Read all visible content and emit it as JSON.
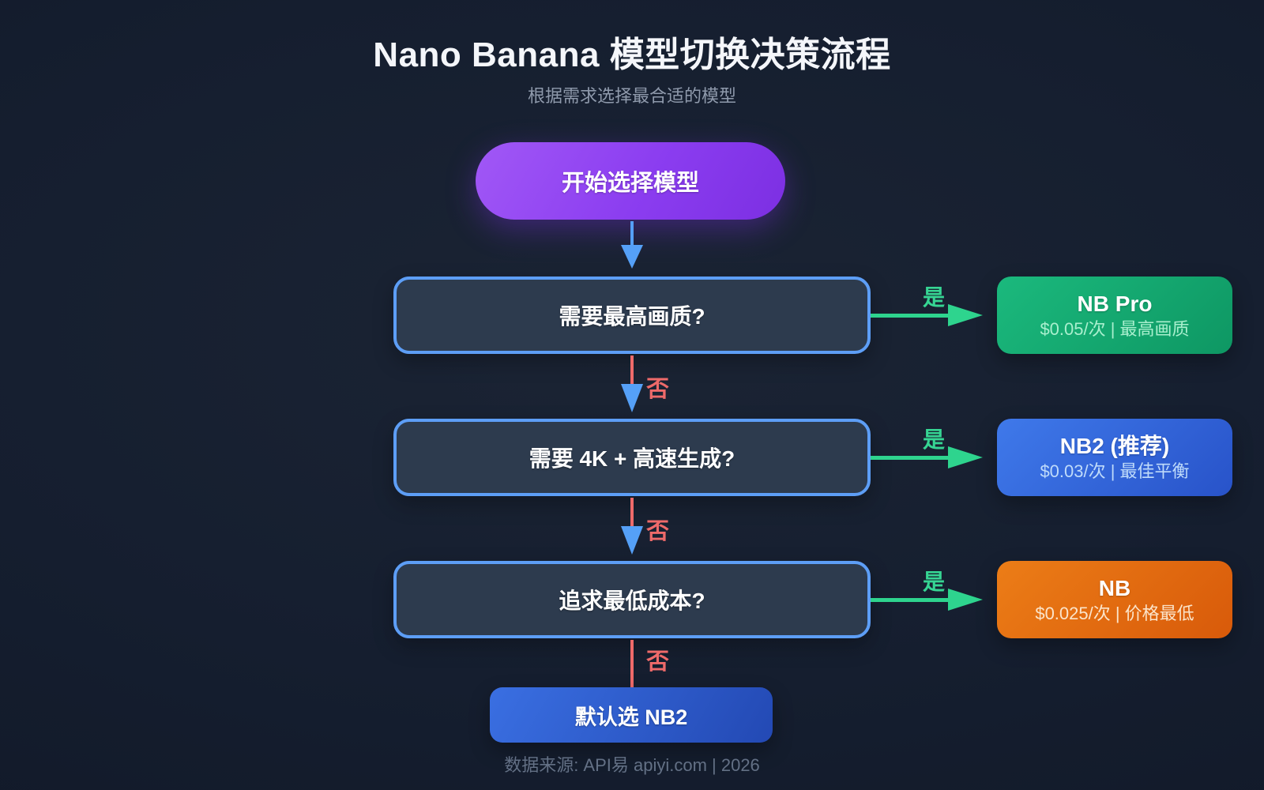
{
  "header": {
    "title": "Nano Banana 模型切换决策流程",
    "subtitle": "根据需求选择最合适的模型"
  },
  "flow": {
    "start_label": "开始选择模型",
    "rows": [
      {
        "question": "需要最高画质?",
        "yes_label": "是",
        "no_label": "否",
        "result": {
          "name": "NB Pro",
          "detail": "$0.05/次 | 最高画质",
          "color": "#14ae72"
        }
      },
      {
        "question": "需要 4K + 高速生成?",
        "yes_label": "是",
        "no_label": "否",
        "result": {
          "name": "NB2 (推荐)",
          "detail": "$0.03/次 | 最佳平衡",
          "color": "#3468d9"
        }
      },
      {
        "question": "追求最低成本?",
        "yes_label": "是",
        "no_label": "否",
        "result": {
          "name": "NB",
          "detail": "$0.025/次 | 价格最低",
          "color": "#e26a10"
        }
      }
    ],
    "default_label": "默认选 NB2"
  },
  "footer": {
    "source": "数据来源: API易 apiyi.com | 2026"
  },
  "colors": {
    "background": "#131c2c",
    "start_gradient_from": "#a158f6",
    "start_gradient_to": "#7c2fe2",
    "decision_fill": "#2d3b4e",
    "decision_border": "#5d9ef6",
    "yes_arrow_green": "#2ed48e",
    "no_line_red": "#ee6a6a",
    "down_arrow_blue": "#55a0f7",
    "result_green_from": "#1bb97d",
    "result_green_to": "#0e9763",
    "result_blue_from": "#3f79ea",
    "result_blue_to": "#2853c9",
    "result_orange_from": "#ec7d17",
    "result_orange_to": "#d85a0a",
    "default_gradient_from": "#3a6fe2",
    "default_gradient_to": "#2349b4"
  }
}
